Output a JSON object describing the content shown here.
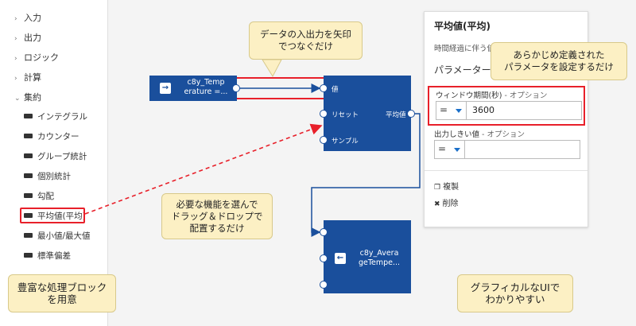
{
  "sidebar": {
    "categories": [
      {
        "label": "入力"
      },
      {
        "label": "出力"
      },
      {
        "label": "ロジック"
      },
      {
        "label": "計算"
      },
      {
        "label": "集約"
      }
    ],
    "items": [
      {
        "label": "インテグラル"
      },
      {
        "label": "カウンター"
      },
      {
        "label": "グループ統計"
      },
      {
        "label": "個別統計"
      },
      {
        "label": "勾配"
      },
      {
        "label": "平均値(平均)"
      },
      {
        "label": "最小値/最大値"
      },
      {
        "label": "標準偏差"
      }
    ]
  },
  "canvas": {
    "input_block": {
      "line1": "c8y_Temp",
      "line2": "erature =..."
    },
    "avg_block": {
      "port_value": "値",
      "port_reset": "リセット",
      "port_sample": "サンプル",
      "port_out": "平均値"
    },
    "output_block": {
      "line1": "c8y_Avera",
      "line2": "geTempe..."
    }
  },
  "panel": {
    "title": "平均値(平均)",
    "desc": "時間経過に伴う値",
    "section": "パラメーター",
    "window_label": "ウィンドウ期間(秒)",
    "window_suffix": " - オプション",
    "window_op": "=",
    "window_value": "3600",
    "threshold_label": "出力しきい値",
    "threshold_suffix": " - オプション",
    "threshold_op": "=",
    "threshold_value": "",
    "duplicate": "複製",
    "delete": "削除"
  },
  "callouts": {
    "arrows": "データの入出力を矢印\nでつなぐだけ",
    "params": "あらかじめ定義された\nパラメータを設定するだけ",
    "dragdrop": "必要な機能を選んで\nドラッグ＆ドロップで\n配置するだけ",
    "blocks": "豊富な処理ブロック\nを用意",
    "gui": "グラフィカルなUIで\nわかりやすい"
  },
  "colors": {
    "block": "#1a4f9c",
    "accent": "#e8202a",
    "callout": "#fcf0c4",
    "caret": "#1a6fc9"
  },
  "icons": {
    "chevron": "chevron-icon",
    "block": "block-icon",
    "input": "input-arrow-icon",
    "output": "output-arrow-icon",
    "copy": "copy-icon",
    "delete": "x-icon"
  }
}
